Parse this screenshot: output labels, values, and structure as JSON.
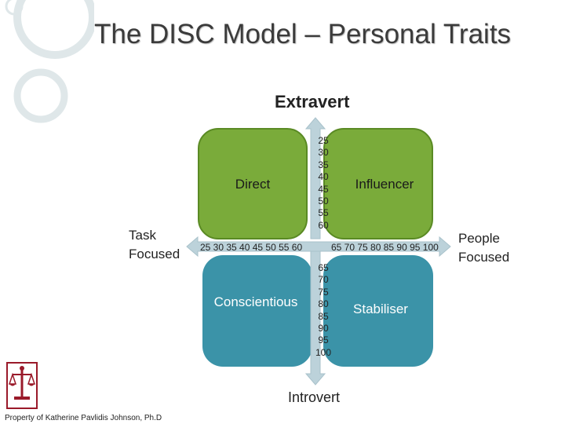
{
  "title": "The DISC Model – Personal Traits",
  "axis": {
    "top": "Extravert",
    "bottom": "Introvert",
    "left": "Task Focused",
    "right": "People Focused"
  },
  "quadrants": {
    "top_left": "Direct",
    "top_right": "Influencer",
    "bottom_left": "Conscientious",
    "bottom_right": "Stabiliser"
  },
  "scales": {
    "vertical_upper": [
      "25",
      "30",
      "35",
      "40",
      "45",
      "50",
      "55",
      "60"
    ],
    "vertical_lower": [
      "65",
      "70",
      "75",
      "80",
      "85",
      "90",
      "95",
      "100"
    ],
    "horizontal_left": "25 30 35 40 45 50 55 60",
    "horizontal_right": "65 70 75 80 85 90 95 100"
  },
  "footer": "Property of Katherine Pavlidis Johnson, Ph.D",
  "colors": {
    "green": "#7aab3a",
    "blue": "#3b93a8",
    "arrow": "#bcd2da"
  }
}
